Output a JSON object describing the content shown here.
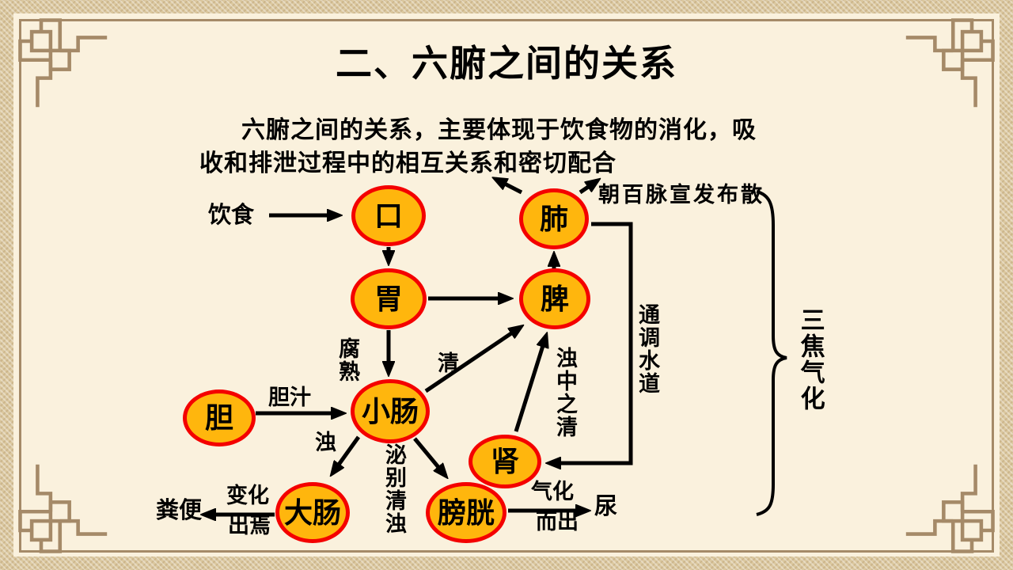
{
  "title": "二、六腑之间的关系",
  "paragraph": {
    "line1": "六腑之间的关系，主要体现于饮食物的消化，吸",
    "line2": "收和排泄过程中的相互关系和密切配合"
  },
  "nodes": {
    "kou": "口",
    "fei": "肺",
    "wei": "胃",
    "pi": "脾",
    "xiaochang": "小肠",
    "dan": "胆",
    "shen": "肾",
    "dachang": "大肠",
    "pangguang": "膀胱"
  },
  "labels": {
    "yinshi": "饮食",
    "chaobaimai": "朝百脉宣发布散",
    "fushu": "腐熟",
    "qing": "清",
    "zhuozhongzhiqing": "浊中之清",
    "tongtiaoshuidao": "通调水道",
    "danzhi": "胆汁",
    "zhuo": "浊",
    "mibieqingzhuo": "泌别清浊",
    "bianhua": "变化",
    "chuyan": "出焉",
    "fenbian": "粪便",
    "qihua": "气化",
    "erchu": "而出",
    "niao": "尿",
    "sanjiao": "三焦气化"
  },
  "colors": {
    "node_fill": "#FFB60D",
    "node_border": "#F40000",
    "panel_bg": "#FAF1DD",
    "frame": "#A58A68",
    "canvas_bg": "#DBC89F",
    "text": "#000000"
  }
}
